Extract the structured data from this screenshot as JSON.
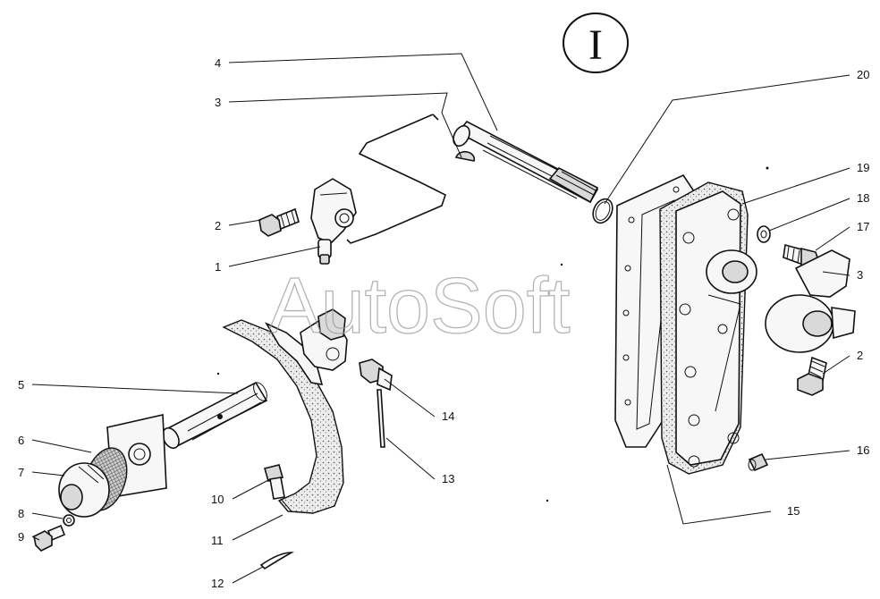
{
  "section_mark": "I",
  "watermark": "AutoSoft",
  "callouts": [
    "1",
    "2",
    "3",
    "4",
    "5",
    "6",
    "7",
    "8",
    "9",
    "10",
    "11",
    "12",
    "13",
    "14",
    "15",
    "16",
    "17",
    "18",
    "19",
    "20"
  ]
}
